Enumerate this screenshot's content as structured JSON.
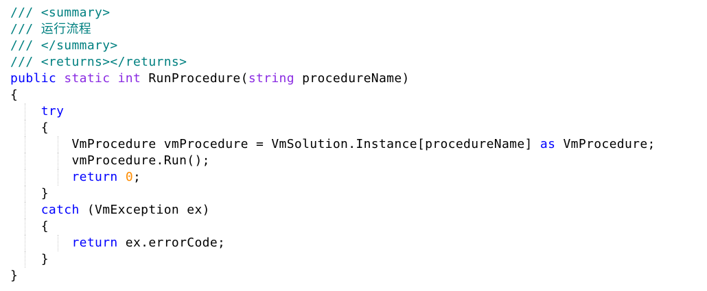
{
  "editor": {
    "colors": {
      "comment": "#008080",
      "keyword_purple": "#8a2be2",
      "keyword_blue": "#0000ff",
      "number": "#ff8c00",
      "plain": "#000000",
      "guide": "#c8c8c8"
    },
    "lines": [
      {
        "indent": 0,
        "tokens": [
          {
            "t": "/// <summary>",
            "k": "comment"
          }
        ]
      },
      {
        "indent": 0,
        "tokens": [
          {
            "t": "/// 运行流程",
            "k": "comment"
          }
        ]
      },
      {
        "indent": 0,
        "tokens": [
          {
            "t": "/// </summary>",
            "k": "comment"
          }
        ]
      },
      {
        "indent": 0,
        "tokens": [
          {
            "t": "/// <returns></returns>",
            "k": "comment"
          }
        ]
      },
      {
        "indent": 0,
        "tokens": [
          {
            "t": "public",
            "k": "keyword_blue"
          },
          {
            "t": " ",
            "k": "plain"
          },
          {
            "t": "static",
            "k": "keyword_purple"
          },
          {
            "t": " ",
            "k": "plain"
          },
          {
            "t": "int",
            "k": "keyword_purple"
          },
          {
            "t": " RunProcedure(",
            "k": "plain"
          },
          {
            "t": "string",
            "k": "keyword_purple"
          },
          {
            "t": " procedureName)",
            "k": "plain"
          }
        ]
      },
      {
        "indent": 0,
        "tokens": [
          {
            "t": "{",
            "k": "plain"
          }
        ]
      },
      {
        "indent": 1,
        "tokens": [
          {
            "t": "    ",
            "k": "plain"
          },
          {
            "t": "try",
            "k": "keyword_blue"
          }
        ]
      },
      {
        "indent": 1,
        "tokens": [
          {
            "t": "    {",
            "k": "plain"
          }
        ]
      },
      {
        "indent": 2,
        "tokens": [
          {
            "t": "        VmProcedure vmProcedure = VmSolution.Instance[procedureName] ",
            "k": "plain"
          },
          {
            "t": "as",
            "k": "keyword_blue"
          },
          {
            "t": " VmProcedure;",
            "k": "plain"
          }
        ]
      },
      {
        "indent": 2,
        "tokens": [
          {
            "t": "        vmProcedure.Run();",
            "k": "plain"
          }
        ]
      },
      {
        "indent": 2,
        "tokens": [
          {
            "t": "        ",
            "k": "plain"
          },
          {
            "t": "return",
            "k": "keyword_blue"
          },
          {
            "t": " ",
            "k": "plain"
          },
          {
            "t": "0",
            "k": "number"
          },
          {
            "t": ";",
            "k": "plain"
          }
        ]
      },
      {
        "indent": 1,
        "tokens": [
          {
            "t": "    }",
            "k": "plain"
          }
        ]
      },
      {
        "indent": 1,
        "tokens": [
          {
            "t": "    ",
            "k": "plain"
          },
          {
            "t": "catch",
            "k": "keyword_blue"
          },
          {
            "t": " (VmException ex)",
            "k": "plain"
          }
        ]
      },
      {
        "indent": 1,
        "tokens": [
          {
            "t": "    {",
            "k": "plain"
          }
        ]
      },
      {
        "indent": 2,
        "tokens": [
          {
            "t": "        ",
            "k": "plain"
          },
          {
            "t": "return",
            "k": "keyword_blue"
          },
          {
            "t": " ex.errorCode;",
            "k": "plain"
          }
        ]
      },
      {
        "indent": 1,
        "tokens": [
          {
            "t": "    }",
            "k": "plain"
          }
        ]
      },
      {
        "indent": 0,
        "tokens": [
          {
            "t": "}",
            "k": "plain"
          }
        ]
      }
    ]
  }
}
